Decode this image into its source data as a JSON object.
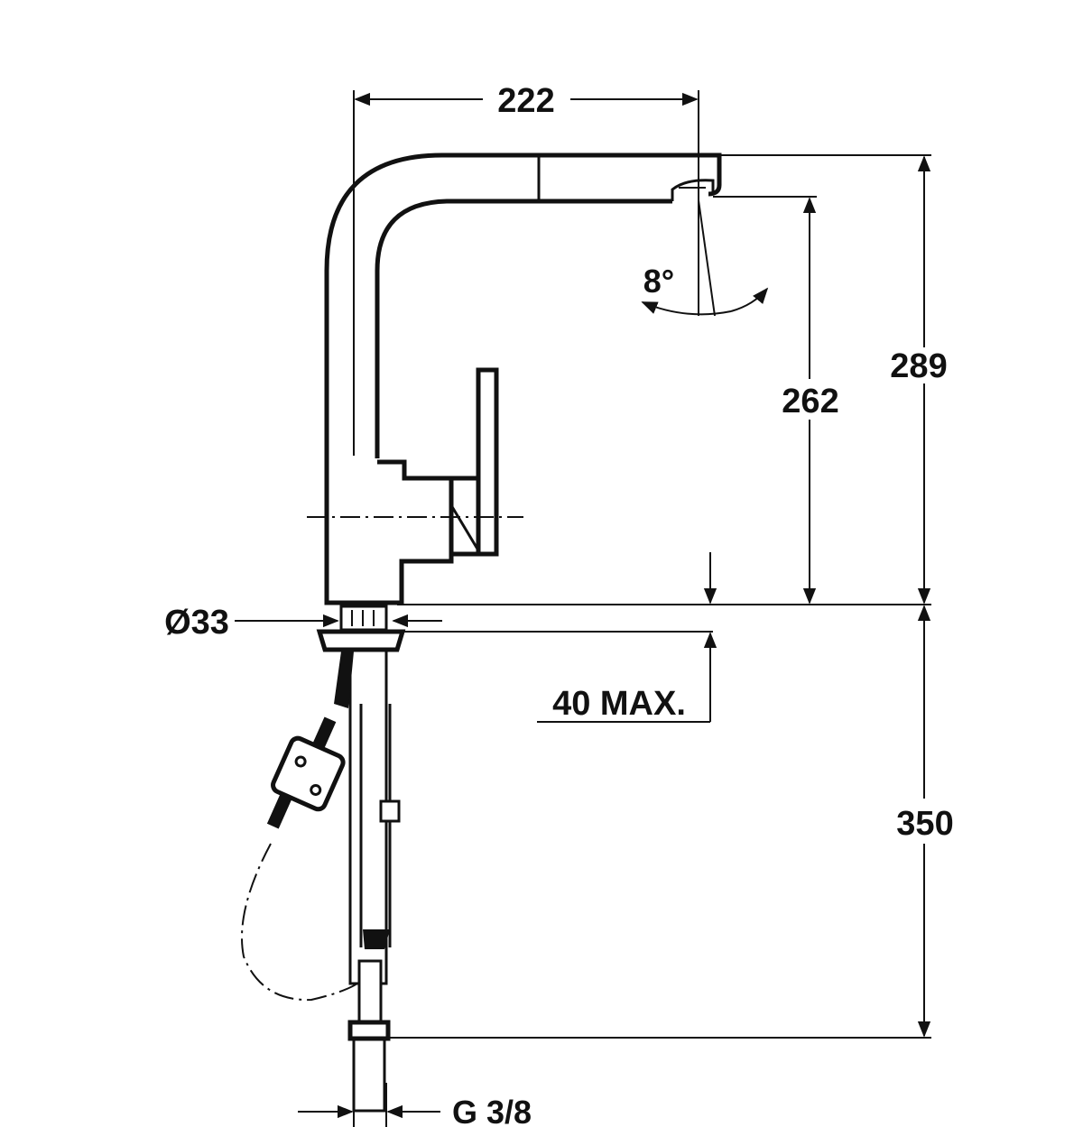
{
  "dimensions": {
    "spout_reach": "222",
    "total_height": "289",
    "outlet_height": "262",
    "spout_angle": "8°",
    "base_diameter": "Ø33",
    "max_counter_thickness": "40 MAX.",
    "hose_length": "350",
    "connection_thread": "G 3/8"
  },
  "colors": {
    "line": "#111111",
    "background": "#ffffff"
  }
}
